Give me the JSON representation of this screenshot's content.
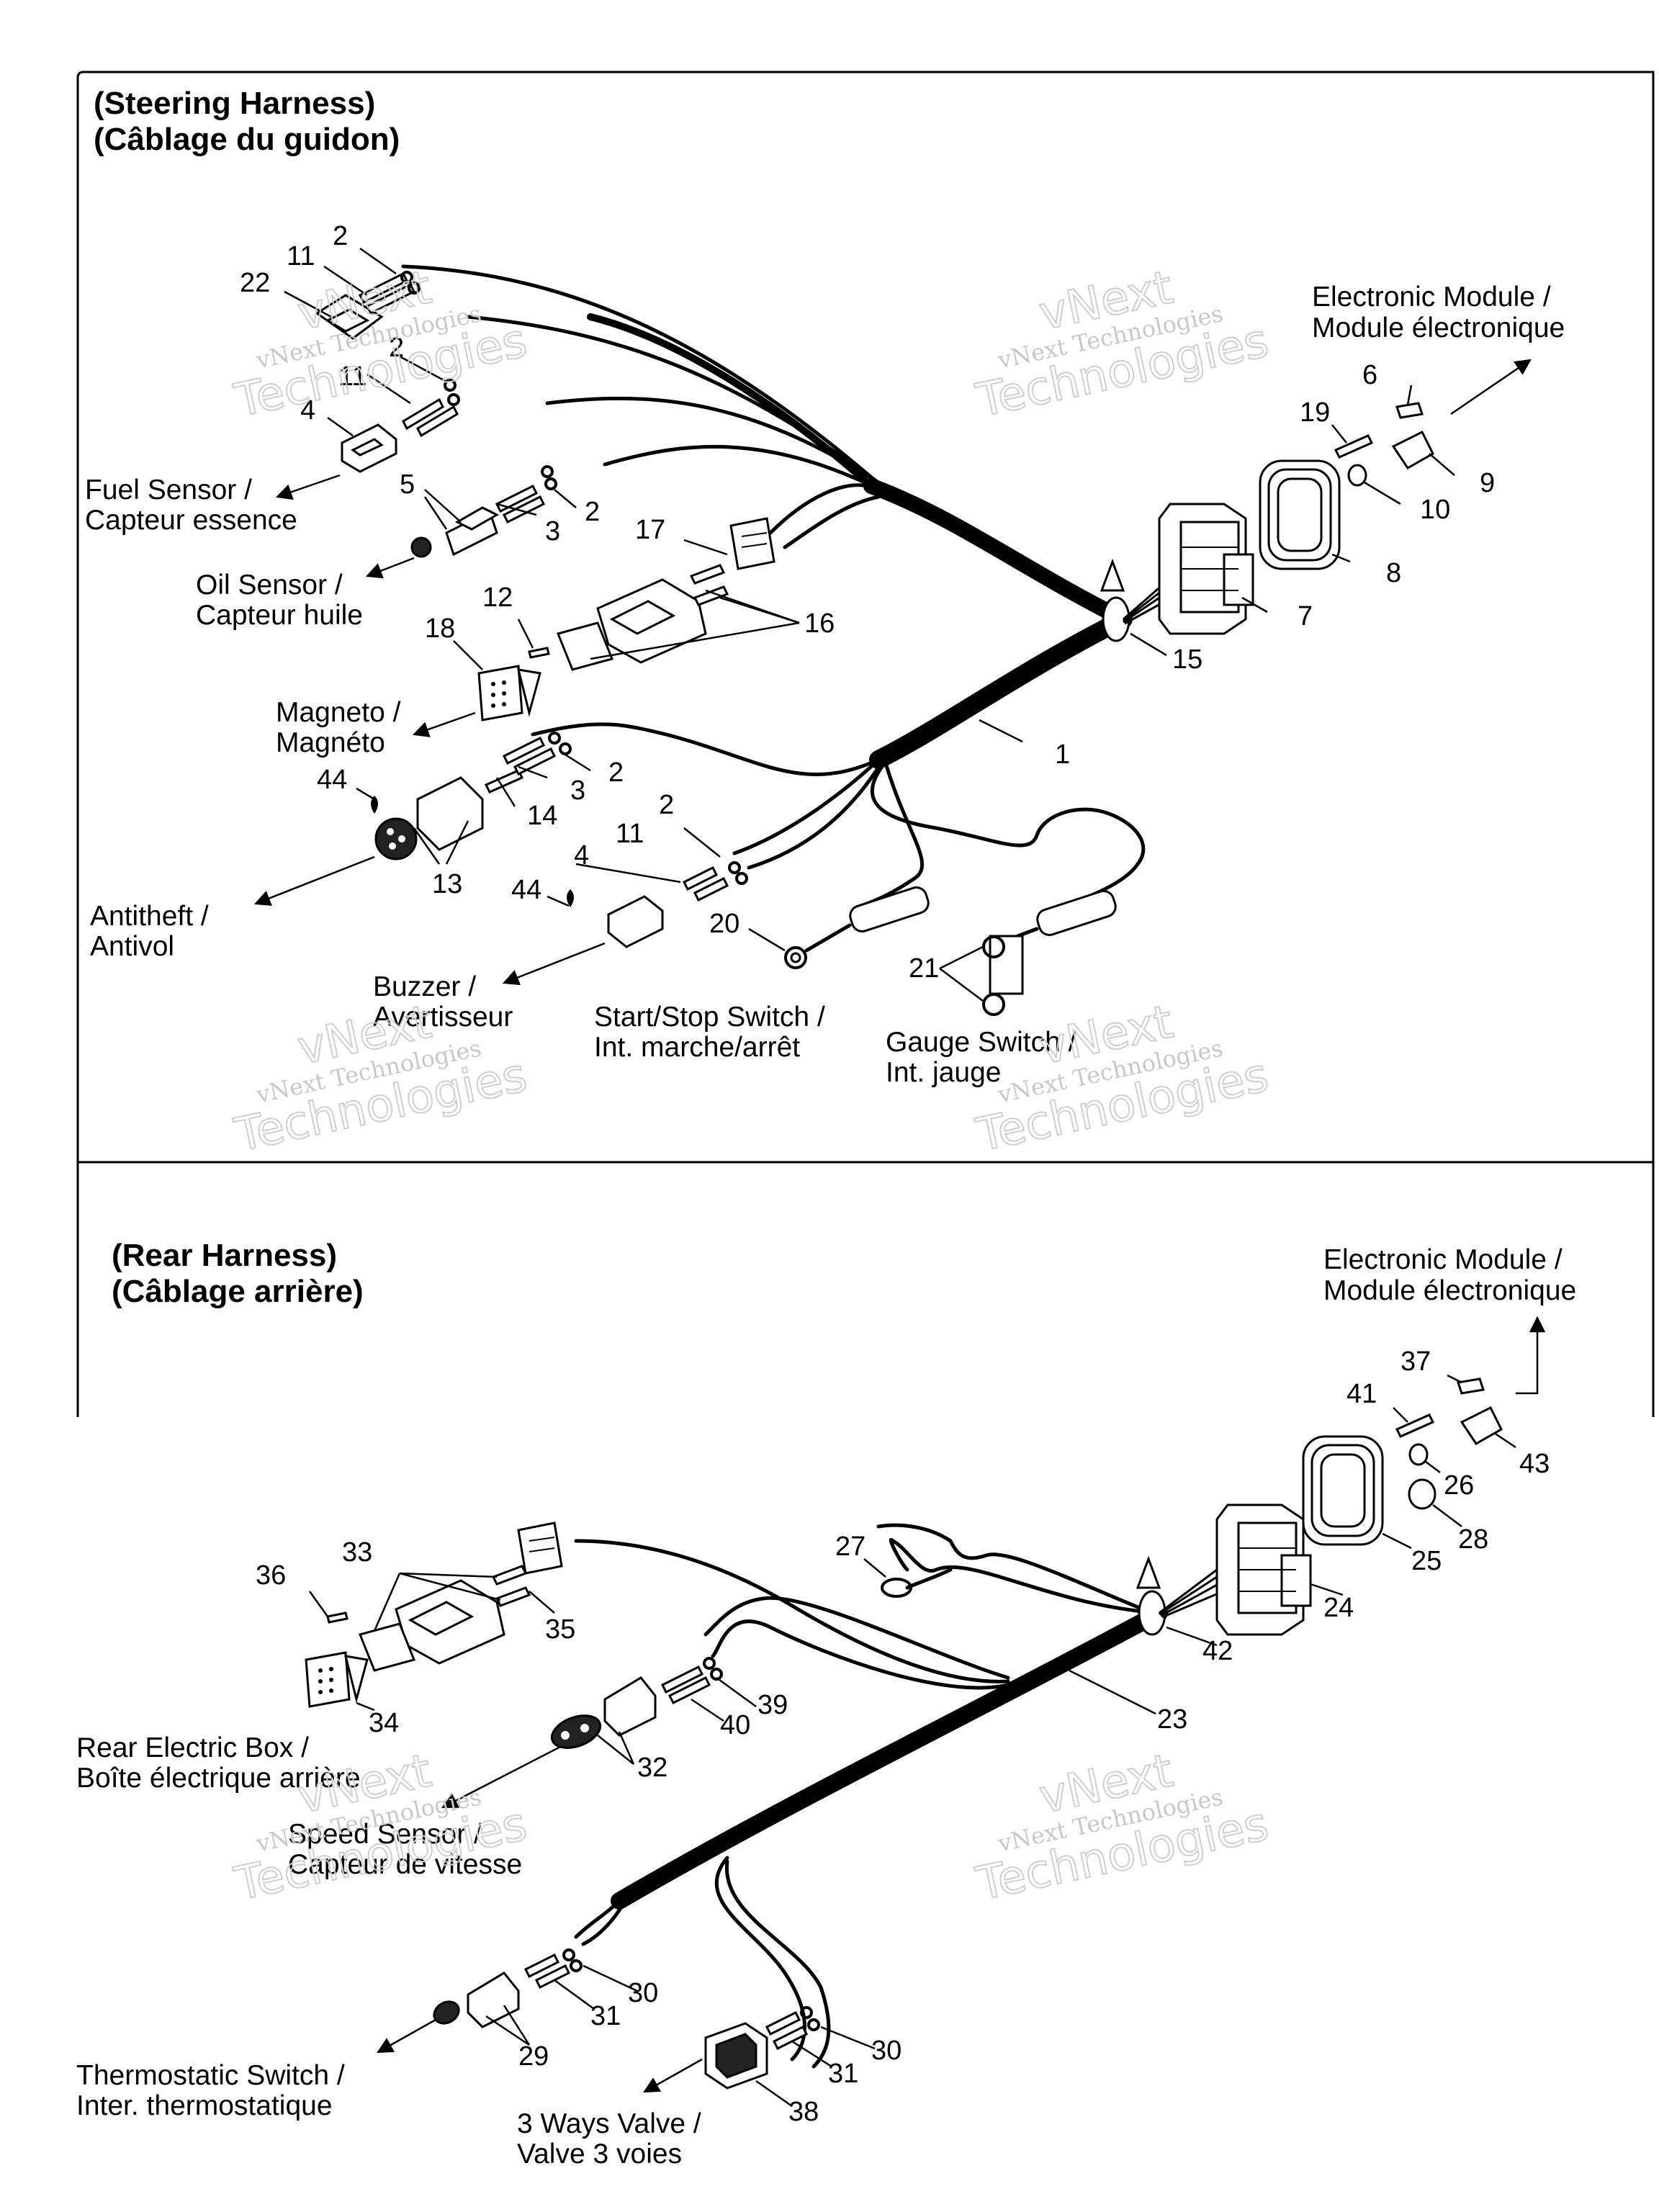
{
  "panels": {
    "steering": {
      "title_en": "(Steering Harness)",
      "title_fr": "(Câblage du guidon)"
    },
    "rear": {
      "title_en": "(Rear Harness)",
      "title_fr": "(Câblage arrière)"
    }
  },
  "watermark": {
    "brand": "vNext",
    "line": "vNext Technologies",
    "word": "Technologies"
  },
  "steering_labels": {
    "electronic_module_en": "Electronic Module /",
    "electronic_module_fr": "Module électronique",
    "fuel_sensor_en": "Fuel Sensor /",
    "fuel_sensor_fr": "Capteur essence",
    "oil_sensor_en": "Oil Sensor /",
    "oil_sensor_fr": "Capteur huile",
    "magneto_en": "Magneto /",
    "magneto_fr": "Magnéto",
    "antitheft_en": "Antitheft /",
    "antitheft_fr": "Antivol",
    "buzzer_en": "Buzzer /",
    "buzzer_fr": "Avertisseur",
    "startstop_en": "Start/Stop Switch /",
    "startstop_fr": "Int. marche/arrêt",
    "gauge_en": "Gauge Switch /",
    "gauge_fr": "Int. jauge"
  },
  "rear_labels": {
    "electronic_module_en": "Electronic Module /",
    "electronic_module_fr": "Module électronique",
    "rear_box_en": "Rear Electric Box /",
    "rear_box_fr": "Boîte électrique arrière",
    "speed_en": "Speed Sensor /",
    "speed_fr": "Capteur de vitesse",
    "thermo_en": "Thermostatic Switch /",
    "thermo_fr": "Inter. thermostatique",
    "valve_en": "3 Ways Valve /",
    "valve_fr": "Valve 3 voies"
  },
  "steering_numbers": {
    "n2a": "2",
    "n11a": "11",
    "n22": "22",
    "n2b": "2",
    "n11b": "11",
    "n4a": "4",
    "n5": "5",
    "n3a": "3",
    "n2c": "2",
    "n17": "17",
    "n16": "16",
    "n12": "12",
    "n18": "18",
    "n6": "6",
    "n19": "19",
    "n9": "9",
    "n10": "10",
    "n8": "8",
    "n7": "7",
    "n15": "15",
    "n1": "1",
    "n44a": "44",
    "n14": "14",
    "n3b": "3",
    "n2d": "2",
    "n13": "13",
    "n2e": "2",
    "n11c": "11",
    "n4b": "4",
    "n44b": "44",
    "n20": "20",
    "n21": "21"
  },
  "rear_numbers": {
    "n37": "37",
    "n41": "41",
    "n43": "43",
    "n26": "26",
    "n28": "28",
    "n25": "25",
    "n27": "27",
    "n24": "24",
    "n42": "42",
    "n33": "33",
    "n36": "36",
    "n35": "35",
    "n39": "39",
    "n40": "40",
    "n23": "23",
    "n34": "34",
    "n32": "32",
    "n30a": "30",
    "n31a": "31",
    "n29": "29",
    "n30b": "30",
    "n31b": "31",
    "n38": "38"
  }
}
